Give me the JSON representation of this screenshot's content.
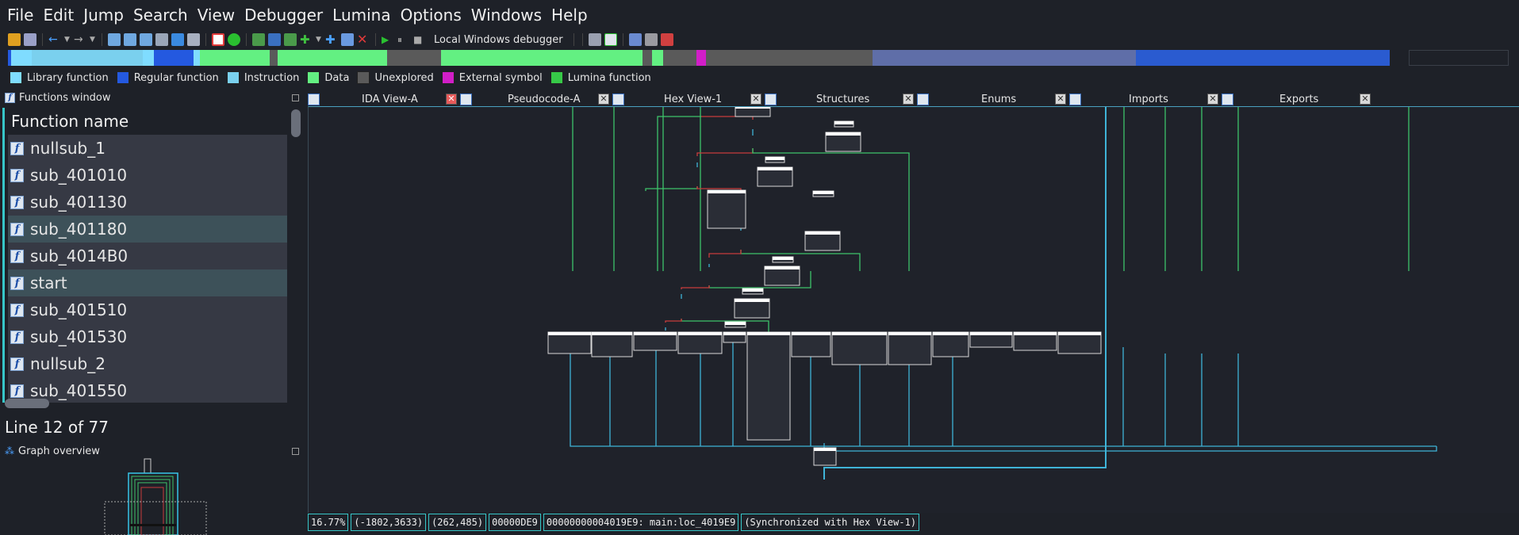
{
  "menu": [
    "File",
    "Edit",
    "Jump",
    "Search",
    "View",
    "Debugger",
    "Lumina",
    "Options",
    "Windows",
    "Help"
  ],
  "toolbar": {
    "debugger_label": "Local Windows debugger"
  },
  "legend": [
    {
      "label": "Library function",
      "color": "#7fdcff"
    },
    {
      "label": "Regular function",
      "color": "#2459e0"
    },
    {
      "label": "Instruction",
      "color": "#7ad0ee"
    },
    {
      "label": "Data",
      "color": "#63f082"
    },
    {
      "label": "Unexplored",
      "color": "#5a5a5a"
    },
    {
      "label": "External symbol",
      "color": "#d21ec8"
    },
    {
      "label": "Lumina function",
      "color": "#36c948"
    }
  ],
  "functions_window": {
    "title": "Functions window",
    "header": "Function name",
    "rows": [
      {
        "name": "nullsub_1",
        "selected": false
      },
      {
        "name": "sub_401010",
        "selected": false
      },
      {
        "name": "sub_401130",
        "selected": false
      },
      {
        "name": "sub_401180",
        "selected": true
      },
      {
        "name": "sub_4014B0",
        "selected": false
      },
      {
        "name": "start",
        "selected": true
      },
      {
        "name": "sub_401510",
        "selected": false
      },
      {
        "name": "sub_401530",
        "selected": false
      },
      {
        "name": "nullsub_2",
        "selected": false
      },
      {
        "name": "sub_401550",
        "selected": false
      }
    ],
    "line_info": "Line 12 of 77"
  },
  "graph_overview": {
    "title": "Graph overview"
  },
  "tabs": [
    {
      "label": "IDA View-A",
      "active": true
    },
    {
      "label": "Pseudocode-A",
      "active": false
    },
    {
      "label": "Hex View-1",
      "active": false
    },
    {
      "label": "Structures",
      "active": false
    },
    {
      "label": "Enums",
      "active": false
    },
    {
      "label": "Imports",
      "active": false
    },
    {
      "label": "Exports",
      "active": false
    }
  ],
  "status": {
    "zoom": "16.77%",
    "coords": "(-1802,3633)",
    "size": "(262,485)",
    "offset": "00000DE9",
    "address": "00000000004019E9: main:loc_4019E9",
    "sync": "(Synchronized with Hex View-1)"
  },
  "colors": {
    "background": "#1e2128",
    "accent": "#37c6c8",
    "edge_green": "#3ec46a",
    "edge_red": "#c83c3c",
    "edge_blue": "#3fb4d8"
  }
}
